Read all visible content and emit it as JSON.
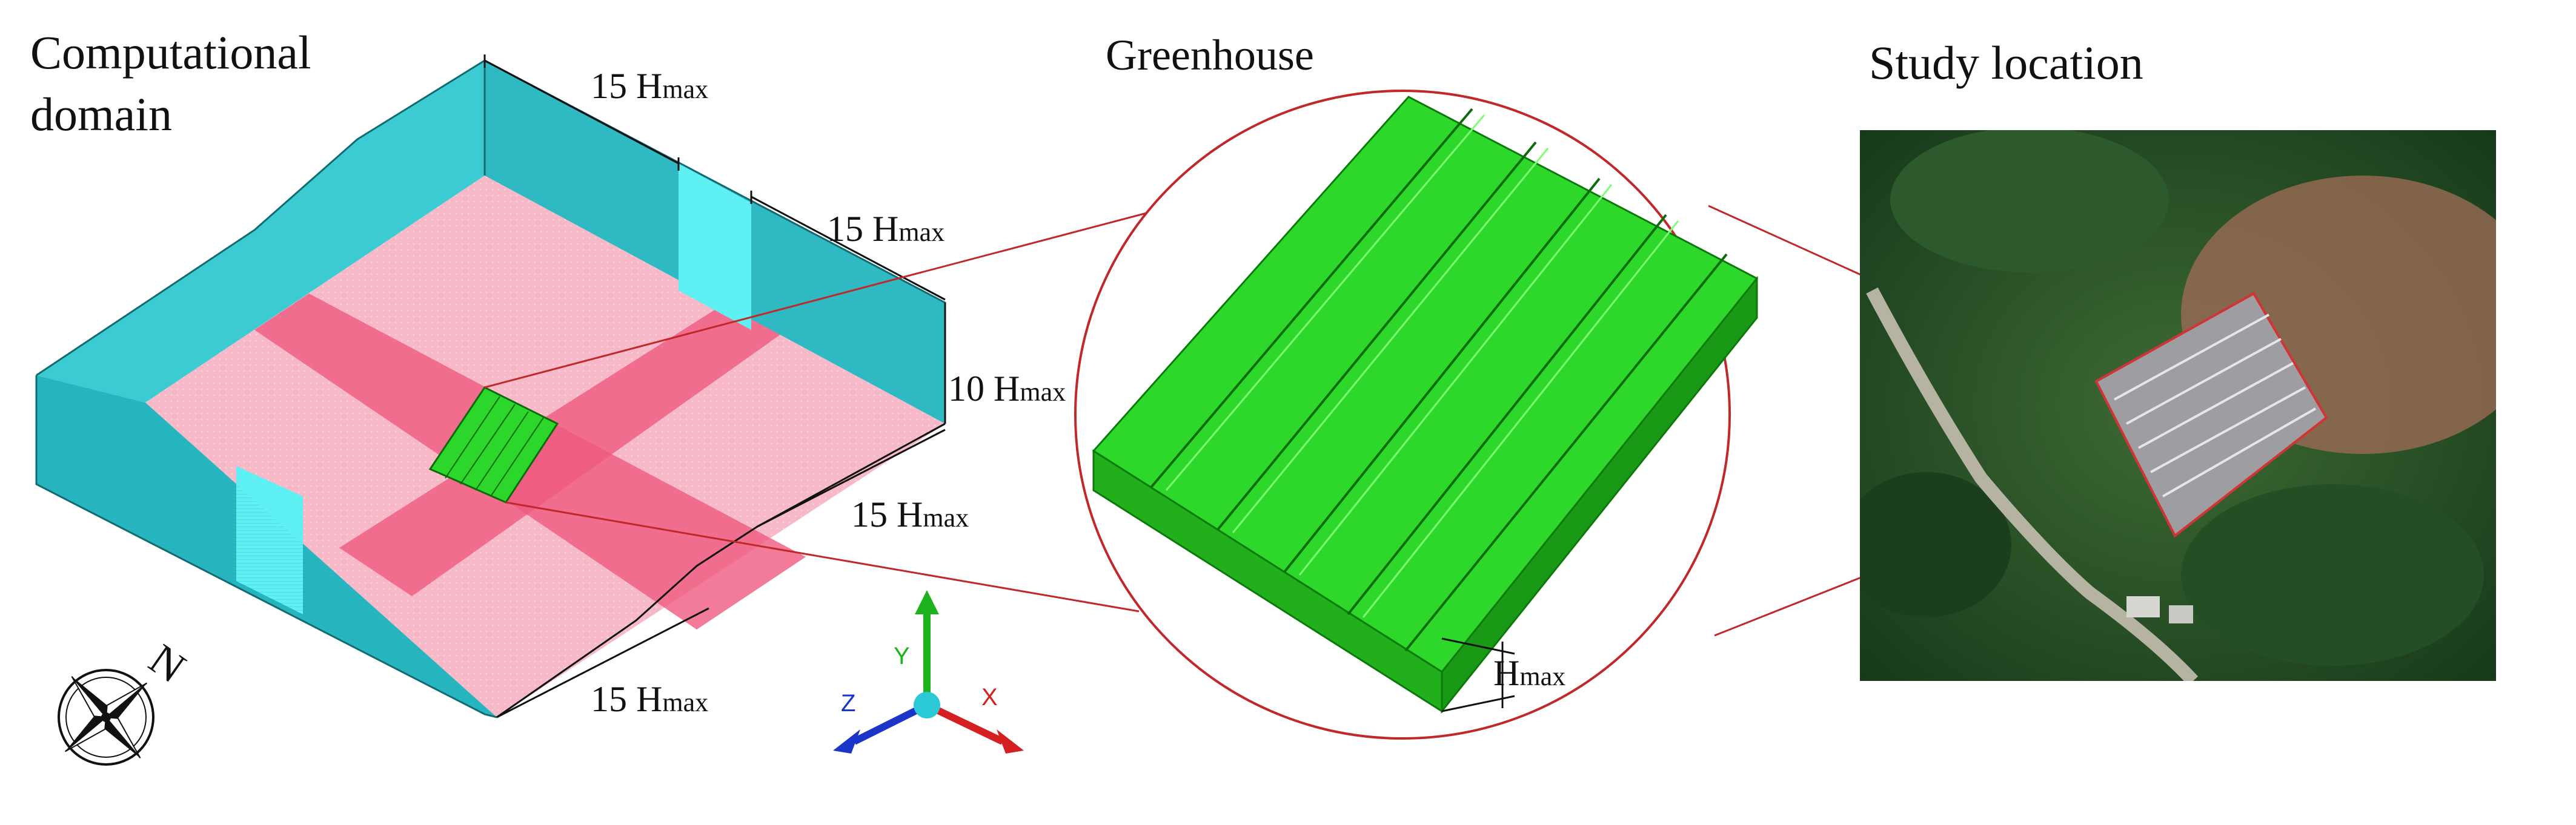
{
  "titles": {
    "domain_line1": "Computational",
    "domain_line2": "domain",
    "greenhouse": "Greenhouse",
    "study": "Study location"
  },
  "dimensions": {
    "top_a": {
      "value": "15 H",
      "sub": "max"
    },
    "top_b": {
      "value": "15 H",
      "sub": "max"
    },
    "right_height": {
      "value": "10 H",
      "sub": "max"
    },
    "right_lower": {
      "value": "15 H",
      "sub": "max"
    },
    "bottom": {
      "value": "15 H",
      "sub": "max"
    },
    "greenhouse_height": {
      "value": "H",
      "sub": "max"
    }
  },
  "compass": {
    "north_label": "N"
  },
  "axes": {
    "x": "X",
    "y": "Y",
    "z": "Z"
  },
  "colors": {
    "domain_wall": "#2fc4cc",
    "domain_floor": "#f7b8c8",
    "stripe": "#ef5a80",
    "greenhouse": "#27c41d",
    "connector": "#c0282a",
    "satellite_bg": "#1f4a22"
  }
}
